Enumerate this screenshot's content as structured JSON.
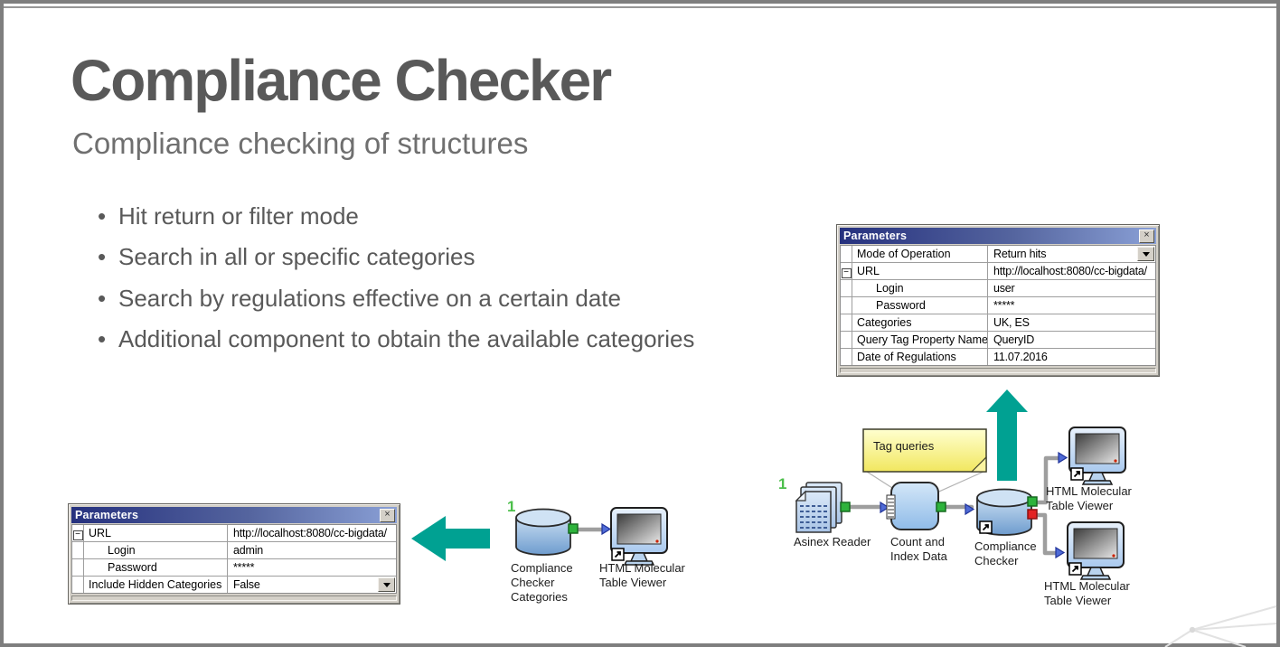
{
  "slide": {
    "title": "Compliance Checker",
    "subtitle": "Compliance checking of structures",
    "bullets": [
      "Hit return or filter mode",
      "Search in all or specific categories",
      "Search by regulations effective on a certain date",
      "Additional component to obtain the available categories"
    ]
  },
  "dialog_top_right": {
    "title": "Parameters",
    "close": "×",
    "rows": [
      {
        "label": "Mode of Operation",
        "value": "Return hits"
      },
      {
        "label": "URL",
        "value": "http://localhost:8080/cc-bigdata/",
        "expander": "−"
      },
      {
        "label": "Login",
        "value": "user"
      },
      {
        "label": "Password",
        "value": "*****"
      },
      {
        "label": "Categories",
        "value": "UK, ES"
      },
      {
        "label": "Query Tag Property Name",
        "value": "QueryID"
      },
      {
        "label": "Date of Regulations",
        "value": "11.07.2016"
      }
    ]
  },
  "dialog_bottom_left": {
    "title": "Parameters",
    "close": "×",
    "rows": [
      {
        "label": "URL",
        "value": "http://localhost:8080/cc-bigdata/",
        "expander": "−"
      },
      {
        "label": "Login",
        "value": "admin"
      },
      {
        "label": "Password",
        "value": "*****"
      },
      {
        "label": "Include Hidden Categories",
        "value": "False"
      }
    ]
  },
  "workflow_left": {
    "badge": "1",
    "db_label": [
      "Compliance",
      "Checker",
      "Categories"
    ],
    "viewer_label": [
      "HTML Molecular",
      "Table Viewer"
    ]
  },
  "workflow_right": {
    "badge": "1",
    "note": "Tag queries",
    "reader_label": [
      "Asinex Reader"
    ],
    "count_label": [
      "Count and",
      "Index Data"
    ],
    "checker_label": [
      "Compliance",
      "Checker"
    ],
    "viewer_top_label": [
      "HTML Molecular",
      "Table Viewer"
    ],
    "viewer_bottom_label": [
      "HTML Molecular",
      "Table Viewer"
    ]
  },
  "colors": {
    "accent_teal": "#00a192",
    "badge_green": "#4cbf4b",
    "titlebar_left": "#26317e",
    "titlebar_right": "#8aa0d6",
    "dialog_face": "#d4d0c8"
  }
}
